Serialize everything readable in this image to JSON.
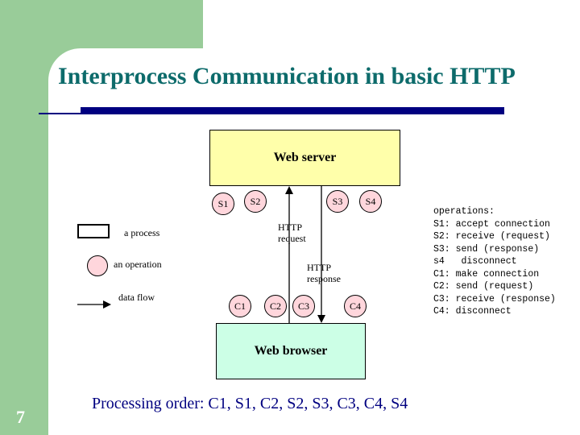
{
  "slide": {
    "title": "Interprocess Communication in basic HTTP",
    "page_number": "7",
    "footer": "Processing order: C1, S1, C2, S2, S3, C3, C4, S4"
  },
  "diagram": {
    "web_server": "Web server",
    "web_browser": "Web browser",
    "server_ops": [
      "S1",
      "S2",
      "S3",
      "S4"
    ],
    "client_ops": [
      "C1",
      "C2",
      "C3",
      "C4"
    ],
    "http_request": [
      "HTTP",
      "request"
    ],
    "http_response": [
      "HTTP",
      "response"
    ]
  },
  "legend": {
    "process": "a process",
    "operation": "an operation",
    "data_flow": "data flow"
  },
  "operations": {
    "heading": "operations:",
    "items": [
      "S1: accept connection",
      "S2: receive (request)",
      "S3: send (response)",
      "s4   disconnect",
      "C1: make connection",
      "C2: send (request)",
      "C3: receive (response)",
      "C4: disconnect"
    ]
  },
  "colors": {
    "theme_green": "#99cc99",
    "title_teal": "#0d6b6b",
    "rule_navy": "#000080",
    "server_fill": "#ffffaa",
    "browser_fill": "#ccffe6",
    "operation_fill": "#ffd6dc"
  }
}
